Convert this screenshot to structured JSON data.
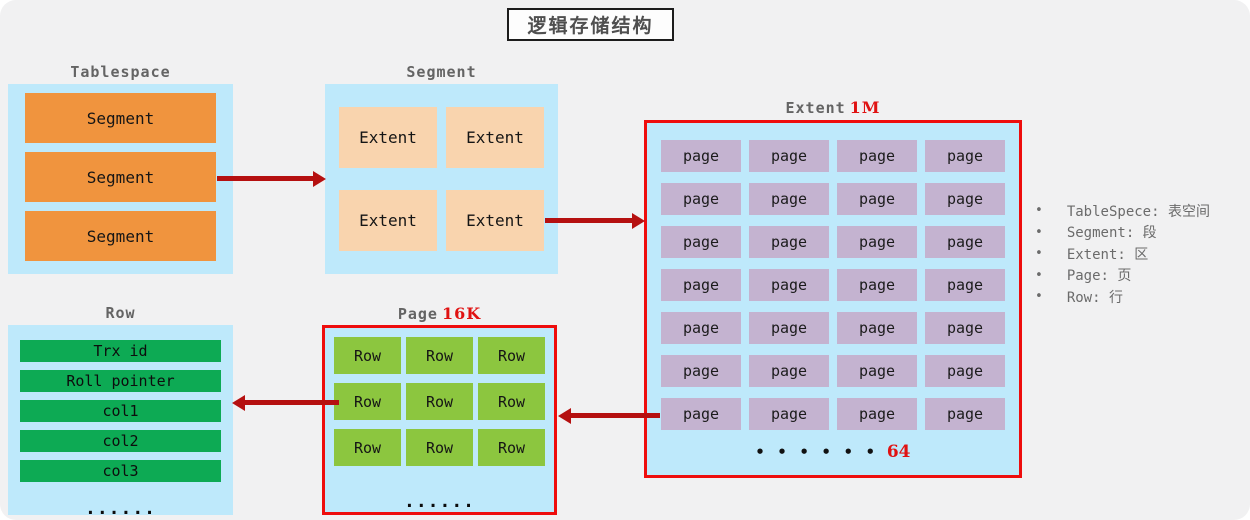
{
  "title": "逻辑存储结构",
  "colors": {
    "container_blue": "#bee9fb",
    "segment_orange": "#f0943e",
    "extent_peach": "#f9d4ae",
    "page_purple": "#c4b3d0",
    "row_green": "#8cc63f",
    "field_green": "#0daa54",
    "border_red": "#ee0d0d",
    "arrow_red": "#b51010",
    "size_red": "#e01212"
  },
  "tablespace": {
    "label": "Tablespace",
    "segments": [
      "Segment",
      "Segment",
      "Segment"
    ]
  },
  "segment": {
    "label": "Segment",
    "extents": [
      "Extent",
      "Extent",
      "Extent",
      "Extent"
    ]
  },
  "extent": {
    "label": "Extent",
    "size": "1M",
    "page_label": "page",
    "page_count": 28,
    "ellipsis": "• • • • • •",
    "total_pages": "64"
  },
  "page": {
    "label": "Page",
    "size": "16K",
    "row_label": "Row",
    "row_count": 9,
    "ellipsis": "......"
  },
  "row": {
    "label": "Row",
    "fields": [
      "Trx id",
      "Roll pointer",
      "col1",
      "col2",
      "col3"
    ],
    "ellipsis": "......"
  },
  "legend": {
    "bullet": "•",
    "items": [
      "TableSpece: 表空间",
      "Segment: 段",
      "Extent: 区",
      "Page: 页",
      "Row: 行"
    ]
  }
}
